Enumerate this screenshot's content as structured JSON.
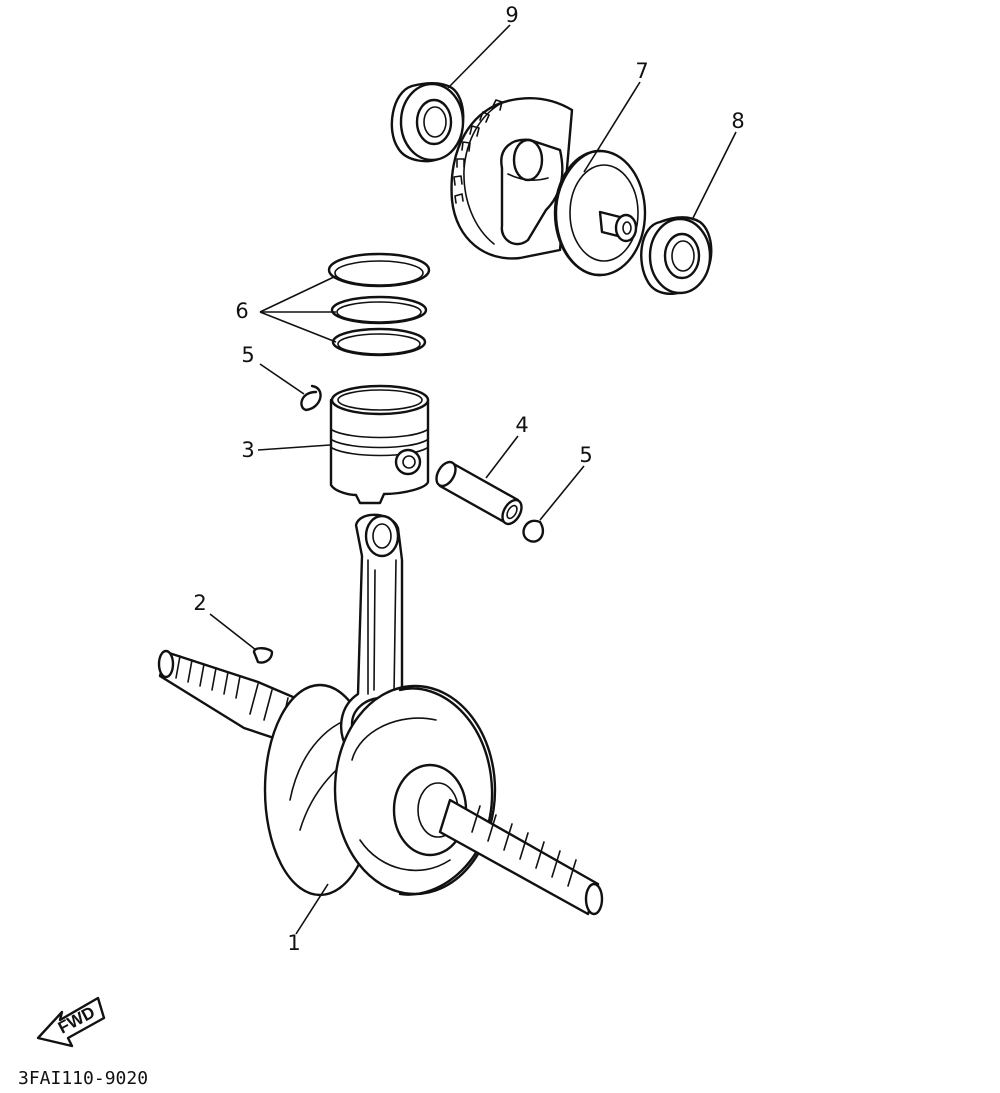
{
  "diagram": {
    "reference_code": "3FAI110-9020",
    "direction_label": "FWD",
    "callouts": [
      {
        "id": "c1",
        "label": "1"
      },
      {
        "id": "c2",
        "label": "2"
      },
      {
        "id": "c3",
        "label": "3"
      },
      {
        "id": "c4",
        "label": "4"
      },
      {
        "id": "c5a",
        "label": "5"
      },
      {
        "id": "c5b",
        "label": "5"
      },
      {
        "id": "c6",
        "label": "6"
      },
      {
        "id": "c7",
        "label": "7"
      },
      {
        "id": "c8",
        "label": "8"
      },
      {
        "id": "c9",
        "label": "9"
      }
    ]
  }
}
